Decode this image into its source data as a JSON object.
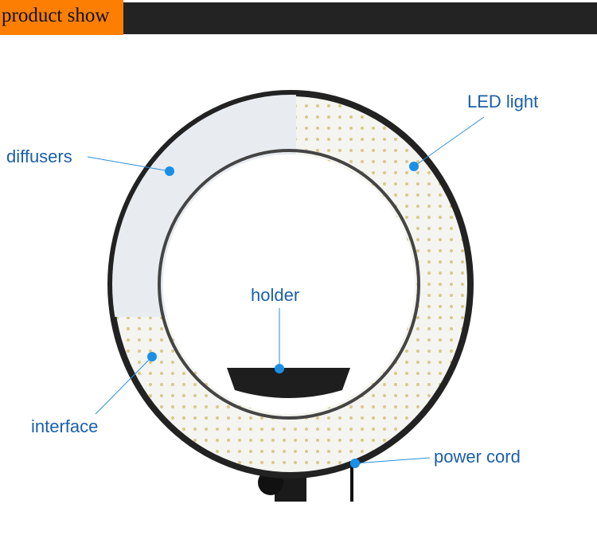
{
  "header": {
    "title": "product show"
  },
  "labels": {
    "led_light": "LED light",
    "diffusers": "diffusers",
    "holder": "holder",
    "interface": "interface",
    "power_cord": "power cord"
  },
  "colors": {
    "accent": "#fc7f03",
    "header_bar": "#232323",
    "label": "#1b5fa8",
    "dot": "#1a8fe6"
  }
}
